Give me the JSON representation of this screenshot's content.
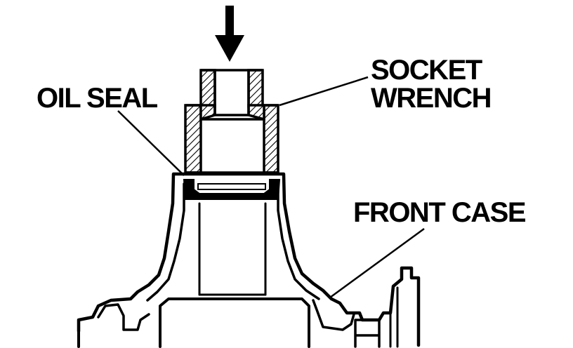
{
  "labels": {
    "oil_seal": "OIL SEAL",
    "socket_wrench_line1": "SOCKET",
    "socket_wrench_line2": "WRENCH",
    "front_case": "FRONT CASE"
  },
  "colors": {
    "ink": "#000000",
    "paper": "#ffffff"
  },
  "icons": {
    "press_direction": "arrow-down-icon"
  }
}
